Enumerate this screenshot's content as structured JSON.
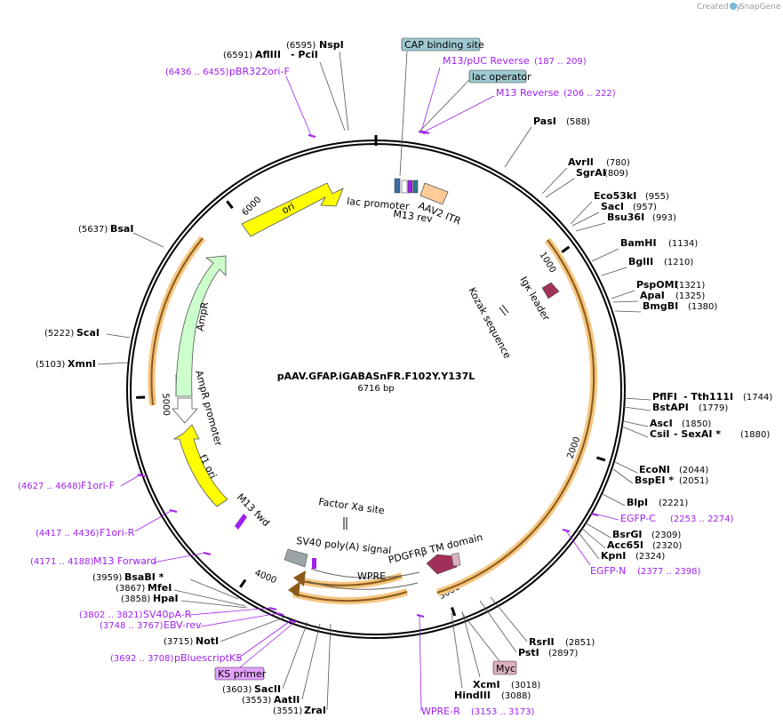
{
  "credit": {
    "prefix": "Created by",
    "brand": "SnapGene"
  },
  "plasmid": {
    "name": "pAAV.GFAP.iGABASnFR.F102Y.Y137L",
    "size": "6716 bp"
  },
  "ring_ticks": [
    "1000",
    "2000",
    "3000",
    "4000",
    "5000",
    "6000"
  ],
  "features": {
    "ori": "ori",
    "lac_promoter": "lac promoter",
    "m13_rev": "M13 rev",
    "aav2_itr": "AAV2 ITR",
    "igk_leader": "Igκ leader",
    "kozak": "Kozak sequence",
    "ampr": "AmpR",
    "ampr_promoter": "AmpR promoter",
    "f1_ori": "f1 ori",
    "m13_fwd": "M13 fwd",
    "factor_xa": "Factor Xa site",
    "sv40": "SV40 poly(A) signal",
    "pdgfr": "PDGFRβ TM domain",
    "wpre": "WPRE"
  },
  "boxed": {
    "cap": "CAP binding site",
    "lac_op": "lac operator",
    "myc": "Myc",
    "ks": "KS primer"
  },
  "sites": {
    "nspi": {
      "name": "NspI",
      "pos": "(6595)"
    },
    "afliii": {
      "name": "AflIII",
      "pos": "(6591)"
    },
    "pcii": {
      "name": "- PciI"
    },
    "pasi": {
      "name": "PasI",
      "pos": "(588)"
    },
    "avrii": {
      "name": "AvrII",
      "pos": "(780)"
    },
    "sgrai": {
      "name": "SgrAI",
      "pos": "(809)"
    },
    "eco53ki": {
      "name": "Eco53kI",
      "pos": "(955)"
    },
    "saci": {
      "name": "SacI",
      "pos": "(957)"
    },
    "bsu36i": {
      "name": "Bsu36I",
      "pos": "(993)"
    },
    "bamhi": {
      "name": "BamHI",
      "pos": "(1134)"
    },
    "bglii": {
      "name": "BglII",
      "pos": "(1210)"
    },
    "pspomi": {
      "name": "PspOMI",
      "pos": "(1321)"
    },
    "apai": {
      "name": "ApaI",
      "pos": "(1325)"
    },
    "bmgbi": {
      "name": "BmgBI",
      "pos": "(1380)"
    },
    "pflfi": {
      "name": "PflFI",
      "pos": ""
    },
    "tth111i": {
      "name": "- Tth111I",
      "pos": "(1744)"
    },
    "bstapi": {
      "name": "BstAPI",
      "pos": "(1779)"
    },
    "asci": {
      "name": "AscI",
      "pos": "(1850)"
    },
    "csii": {
      "name": "CsiI",
      "pos": ""
    },
    "sexai": {
      "name": "- SexAI *",
      "pos": "(1880)"
    },
    "econi": {
      "name": "EcoNI",
      "pos": "(2044)"
    },
    "bspei": {
      "name": "BspEI *",
      "pos": "(2051)"
    },
    "blpi": {
      "name": "BlpI",
      "pos": "(2221)"
    },
    "bsrgi": {
      "name": "BsrGI",
      "pos": "(2309)"
    },
    "acc65i": {
      "name": "Acc65I",
      "pos": "(2320)"
    },
    "kpni": {
      "name": "KpnI",
      "pos": "(2324)"
    },
    "rsrii": {
      "name": "RsrII",
      "pos": "(2851)"
    },
    "psti": {
      "name": "PstI",
      "pos": "(2897)"
    },
    "xcmi": {
      "name": "XcmI",
      "pos": "(3018)"
    },
    "hindiii": {
      "name": "HindIII",
      "pos": "(3088)"
    },
    "bsai1": {
      "name": "BsaI",
      "pos": "(5637)"
    },
    "scai": {
      "name": "ScaI",
      "pos": "(5222)"
    },
    "xmni": {
      "name": "XmnI",
      "pos": "(5103)"
    },
    "bsabi": {
      "name": "BsaBI *",
      "pos": "(3959)"
    },
    "mfei": {
      "name": "MfeI",
      "pos": "(3867)"
    },
    "hpai": {
      "name": "HpaI",
      "pos": "(3858)"
    },
    "noti": {
      "name": "NotI",
      "pos": "(3715)"
    },
    "sacii": {
      "name": "SacII",
      "pos": "(3603)"
    },
    "aatii": {
      "name": "AatII",
      "pos": "(3553)"
    },
    "zrai": {
      "name": "ZraI",
      "pos": "(3551)"
    }
  },
  "primers": {
    "pbr322": {
      "name": "pBR322ori-F",
      "pos": "(6436 .. 6455)"
    },
    "m13puc": {
      "name": "M13/pUC Reverse",
      "pos": "(187 .. 209)"
    },
    "m13rev": {
      "name": "M13 Reverse",
      "pos": "(206 .. 222)"
    },
    "egfpc": {
      "name": "EGFP-C",
      "pos": "(2253 .. 2274)"
    },
    "egfpn": {
      "name": "EGFP-N",
      "pos": "(2377 .. 2398)"
    },
    "wprer": {
      "name": "WPRE-R",
      "pos": "(3153 .. 3173)"
    },
    "f1orif": {
      "name": "F1ori-F",
      "pos": "(4627 .. 4648)"
    },
    "f1orir": {
      "name": "F1ori-R",
      "pos": "(4417 .. 4436)"
    },
    "m13fwd": {
      "name": "M13 Forward",
      "pos": "(4171 .. 4188)"
    },
    "sv40par": {
      "name": "SV40pA-R",
      "pos": "(3802 .. 3821)"
    },
    "ebvrev": {
      "name": "EBV-rev",
      "pos": "(3748 .. 3767)"
    },
    "pbks": {
      "name": "pBluescriptKS",
      "pos": "(3692 .. 3708)"
    }
  },
  "colors": {
    "ring": "#000000",
    "ori": "#ffff00",
    "ampr": "#ccffcc",
    "itr": "#ffcc99",
    "cds_outline": "#f5c680",
    "primer": "#a020f0",
    "cap_box": "#9fc9d2",
    "myc_box": "#d9b1c0",
    "ks_box": "#e4a3ff",
    "pdgfr": "#a0305a"
  }
}
